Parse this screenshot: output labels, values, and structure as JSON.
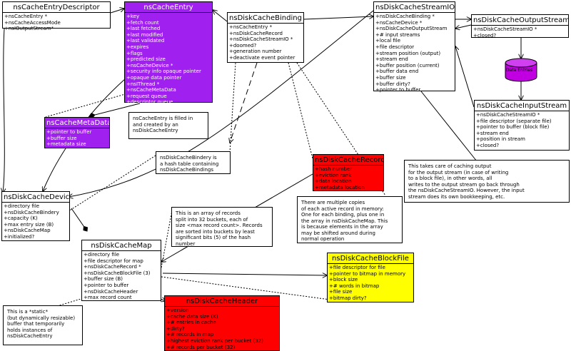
{
  "boxes": {
    "cache_entry_descriptor": {
      "title": "nsCacheEntryDescriptor",
      "fields": [
        "+nsCacheEntry *",
        "+nsCacheAccessMode",
        "+nsIOutputStream*"
      ]
    },
    "cache_entry": {
      "title": "nsCacheEntry",
      "fields": [
        "+key",
        "+fetch count",
        "+last fetched",
        "+last modified",
        "+last validated",
        "+expires",
        "+flags",
        "+predicted size",
        "+nsCacheDevice *",
        "+security info opaque pointer",
        "+opaque data pointer",
        "+nsIThread *",
        "+nsCacheMetaData",
        "+request queue",
        "+descriptor queue"
      ]
    },
    "meta_data": {
      "title": "nsCacheMetaData",
      "fields": [
        "+pointer to buffer",
        "+buffer size",
        "+metadata size"
      ]
    },
    "disk_cache_binding": {
      "title": "nsDiskCacheBinding",
      "fields": [
        "+nsCacheEntry *",
        "+nsDiskCacheRecord",
        "+nsDiskCacheStreamIO *",
        "+doomed?",
        "+generation number",
        "+deactivate event pointer"
      ]
    },
    "stream_io": {
      "title": "nsDiskCacheStreamIO",
      "fields": [
        "+nsDiskCacheBinding *",
        "+nsCacheDevice *",
        "+nsDiskCacheOutputStream",
        "+# input streams",
        "+local file",
        "+file descriptor",
        "+stream position (output)",
        "+stream end",
        "+buffer position (current)",
        "+buffer data end",
        "+buffer size",
        "+buffer dirty?",
        "+pointer to buffer"
      ]
    },
    "output_stream": {
      "title": "nsDiskCacheOutputStream",
      "fields": [
        "+nsDiskCacheStreamIO *",
        "+closed?"
      ]
    },
    "input_stream": {
      "title": "nsDiskCacheInputStream",
      "fields": [
        "+nsDiskCacheStreamIO *",
        "+file descriptor (separate file)",
        "+pointer to buffer (block file)",
        "+stream end",
        "+position in stream",
        "+closed?"
      ]
    },
    "disk_cache_record": {
      "title": "nsDiskCacheRecord",
      "fields": [
        "+hash number",
        "+eviction rank",
        "+data location",
        "+metadata location"
      ]
    },
    "disk_cache_device": {
      "title": "nsDiskCacheDevice",
      "fields": [
        "+directory file",
        "+nsDiskCacheBindery",
        "+capacity (K)",
        "+max entry size (B)",
        "+nsDiskCacheMap",
        "+initialized?"
      ]
    },
    "disk_cache_map": {
      "title": "nsDiskCacheMap",
      "fields": [
        "+directory file",
        "+file descriptor for map",
        "+nsDiskCacheRecord *",
        "+nsDiskCacheBlockFile (3)",
        "+buffer size (B)",
        "+pointer to buffer",
        "+nsDiskCacheHeader",
        "+max record count"
      ]
    },
    "block_file": {
      "title": "nsDiskCacheBlockFile",
      "fields": [
        "+file descriptor for file",
        "+pointer to bitmap in memory",
        "+block size",
        "+# words in bitmap",
        "+file size",
        "+bitmap dirty?"
      ]
    },
    "disk_cache_header": {
      "title": "nsDiskCacheHeader",
      "fields": [
        "+version",
        "+cache data size (K)",
        "+# entries in cache",
        "+dirty?",
        "+# records in map",
        "+highest eviction rank per bucket (32)",
        "+# records per bucket (32)"
      ]
    }
  },
  "cylinder_label": "Data Entries",
  "notes": {
    "entry_filled": "nsCacheEntry is filled in\nand created by an\nnsDiskCacheEntry",
    "bindery": "nsDiskCacheBindery is\na hash table containing\nnsDiskCacheBindings",
    "records_array": "This is an array of records\nsplit into 32 buckets, each of\nsize <max record count>. Records\nare sorted into buckets by least\nsignificant bits (5) of the hash\nnumber",
    "copies": "There are multiple copies\nof each active record in memory:\nOne for each binding, plus one in\nthe array in nsDiskCacheMap. This\nis because elements in the array\nmay be shifted around during\nnormal operation",
    "caching_output": "This takes care of caching output\nfor the output stream (in case of writing\nto a block file), in other words, all\nwrites to the output stream go back through\nthe nsDiskCacheStreamIO. However, the input\nstream does its own bookkeeping, etc.",
    "static_buffer": "This is a *static*\n(but dynamically resizable)\nbuffer that temporarily\nholds instances of\nnsDiskCacheEntry"
  },
  "colors": {
    "purple": "#a020f0",
    "red": "#ff0000",
    "yellow": "#ffff00",
    "cylinder": "#c000e0"
  }
}
